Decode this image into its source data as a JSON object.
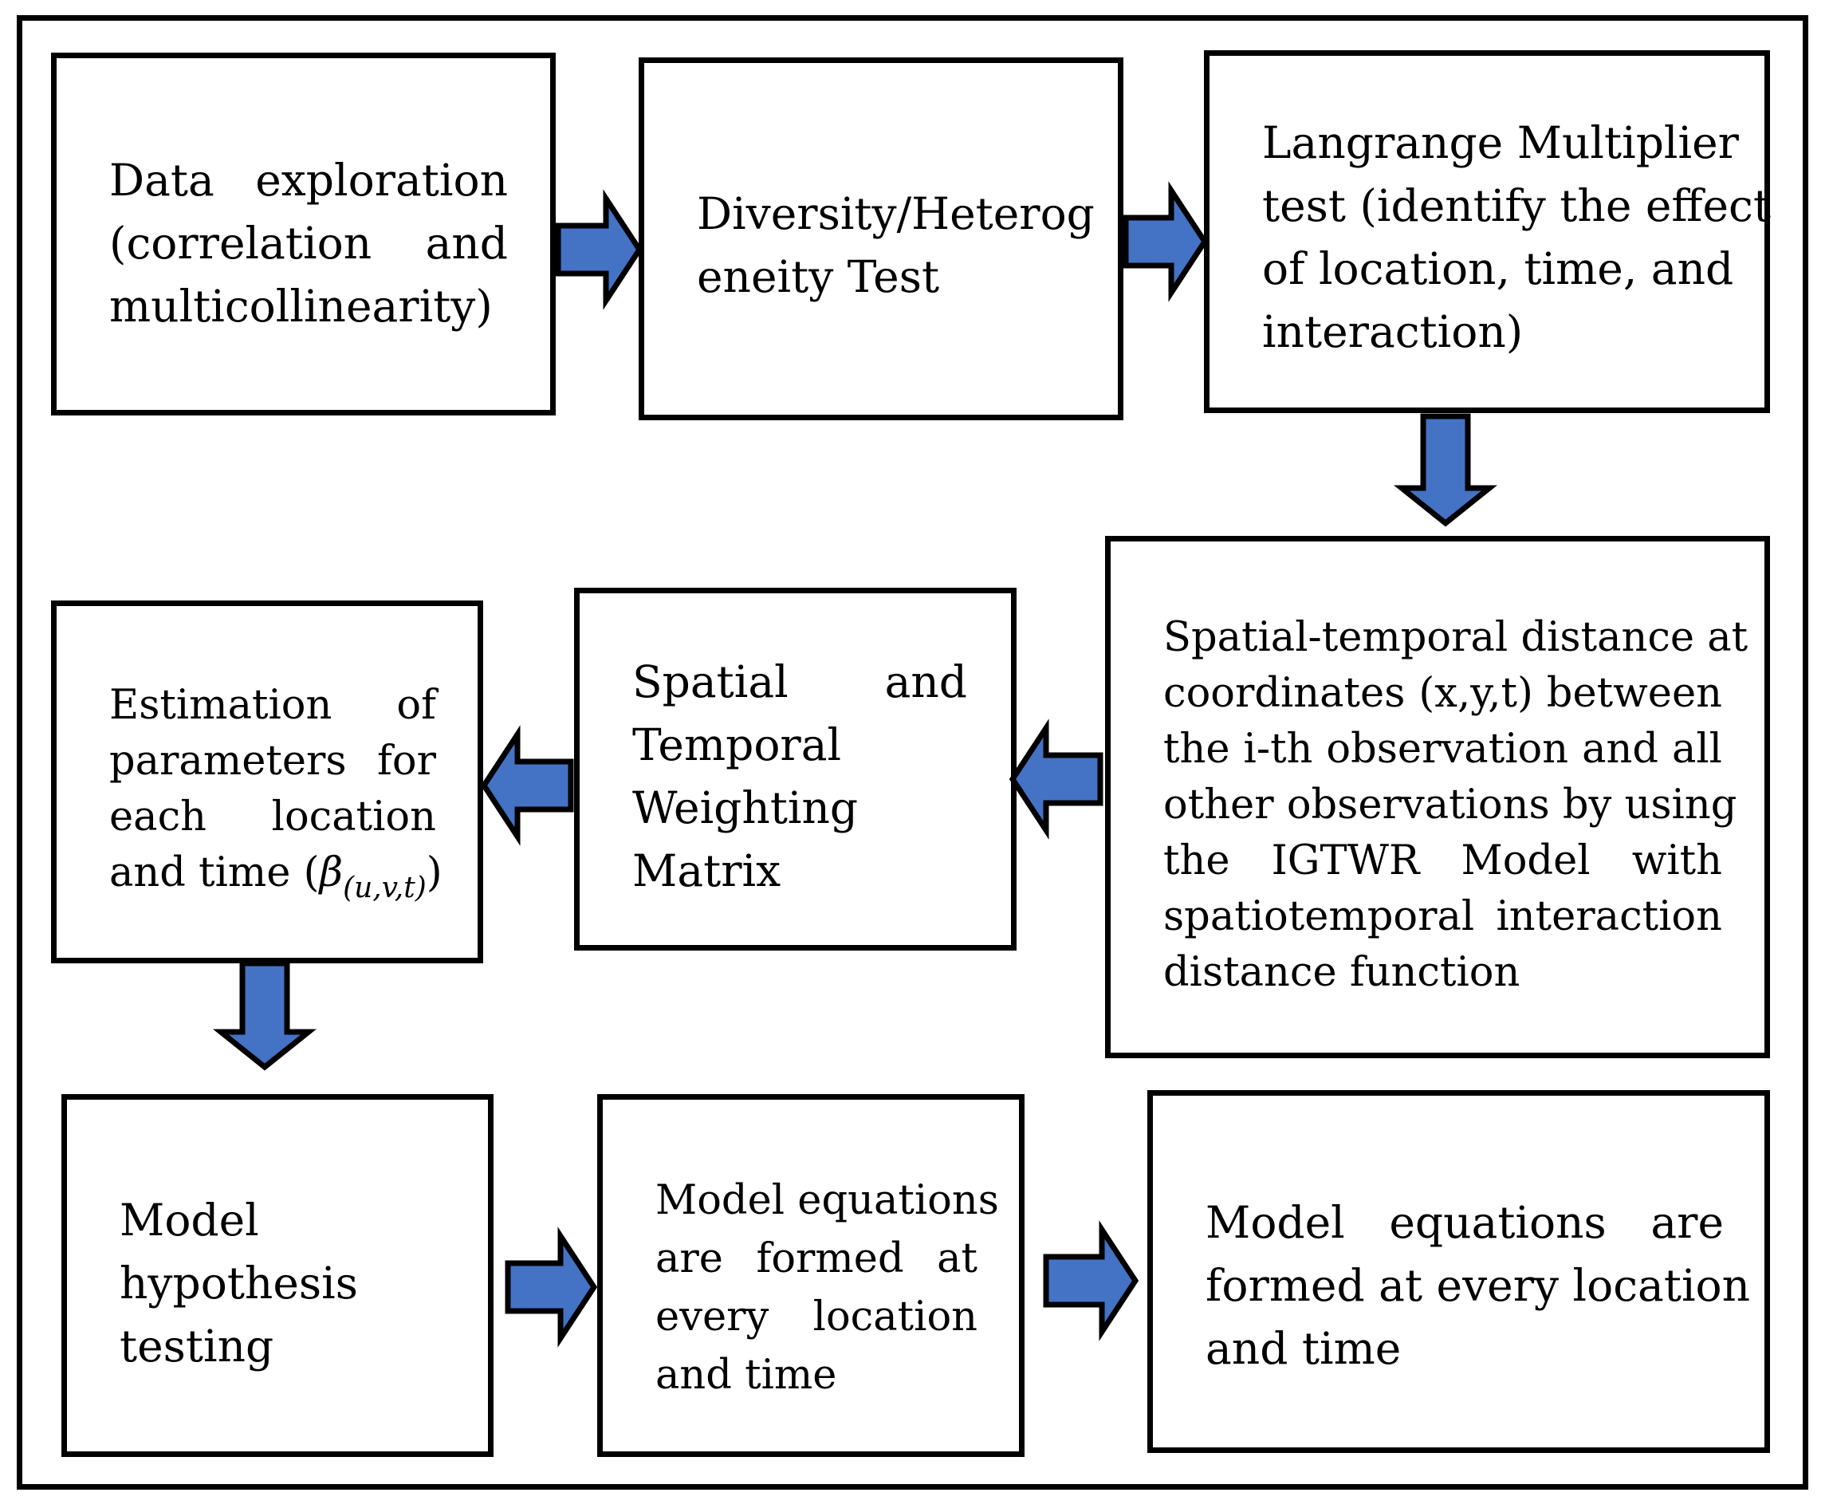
{
  "diagram": {
    "arrow_color": "#4472c4",
    "border_color": "#000000",
    "boxes": [
      {
        "id": "data-exploration",
        "lines": [
          "Data exploration",
          "(correlation and",
          "multicollinearity)"
        ]
      },
      {
        "id": "diversity-test",
        "lines": [
          "Diversity/Heterog",
          "eneity Test"
        ]
      },
      {
        "id": "lagrange-test",
        "lines": [
          "Langrange Multiplier",
          "test (identify the effect",
          "of location, time, and",
          "interaction)"
        ]
      },
      {
        "id": "spatial-temporal-distance",
        "lines": [
          "Spatial-temporal distance at",
          "coordinates (x,y,t) between",
          "the i-th observation and all",
          "other observations by using",
          "the IGTWR Model with",
          "spatiotemporal interaction",
          "distance function"
        ]
      },
      {
        "id": "weighting-matrix",
        "lines": [
          "Spatial and",
          "Temporal",
          "Weighting",
          "Matrix"
        ]
      },
      {
        "id": "parameter-estimation",
        "lines": [
          "Estimation of",
          "parameters for",
          "each location",
          "and time ("
        ],
        "math_symbol": "β",
        "math_subscript": "(u,v,t)",
        "line_end": ")"
      },
      {
        "id": "hypothesis-testing",
        "lines": [
          "Model",
          "hypothesis",
          "testing"
        ]
      },
      {
        "id": "model-equations-1",
        "lines": [
          "Model equations",
          "are formed at",
          "every location",
          "and time"
        ]
      },
      {
        "id": "model-equations-2",
        "lines": [
          "Model equations are",
          "formed at every location",
          "and time"
        ]
      }
    ]
  }
}
